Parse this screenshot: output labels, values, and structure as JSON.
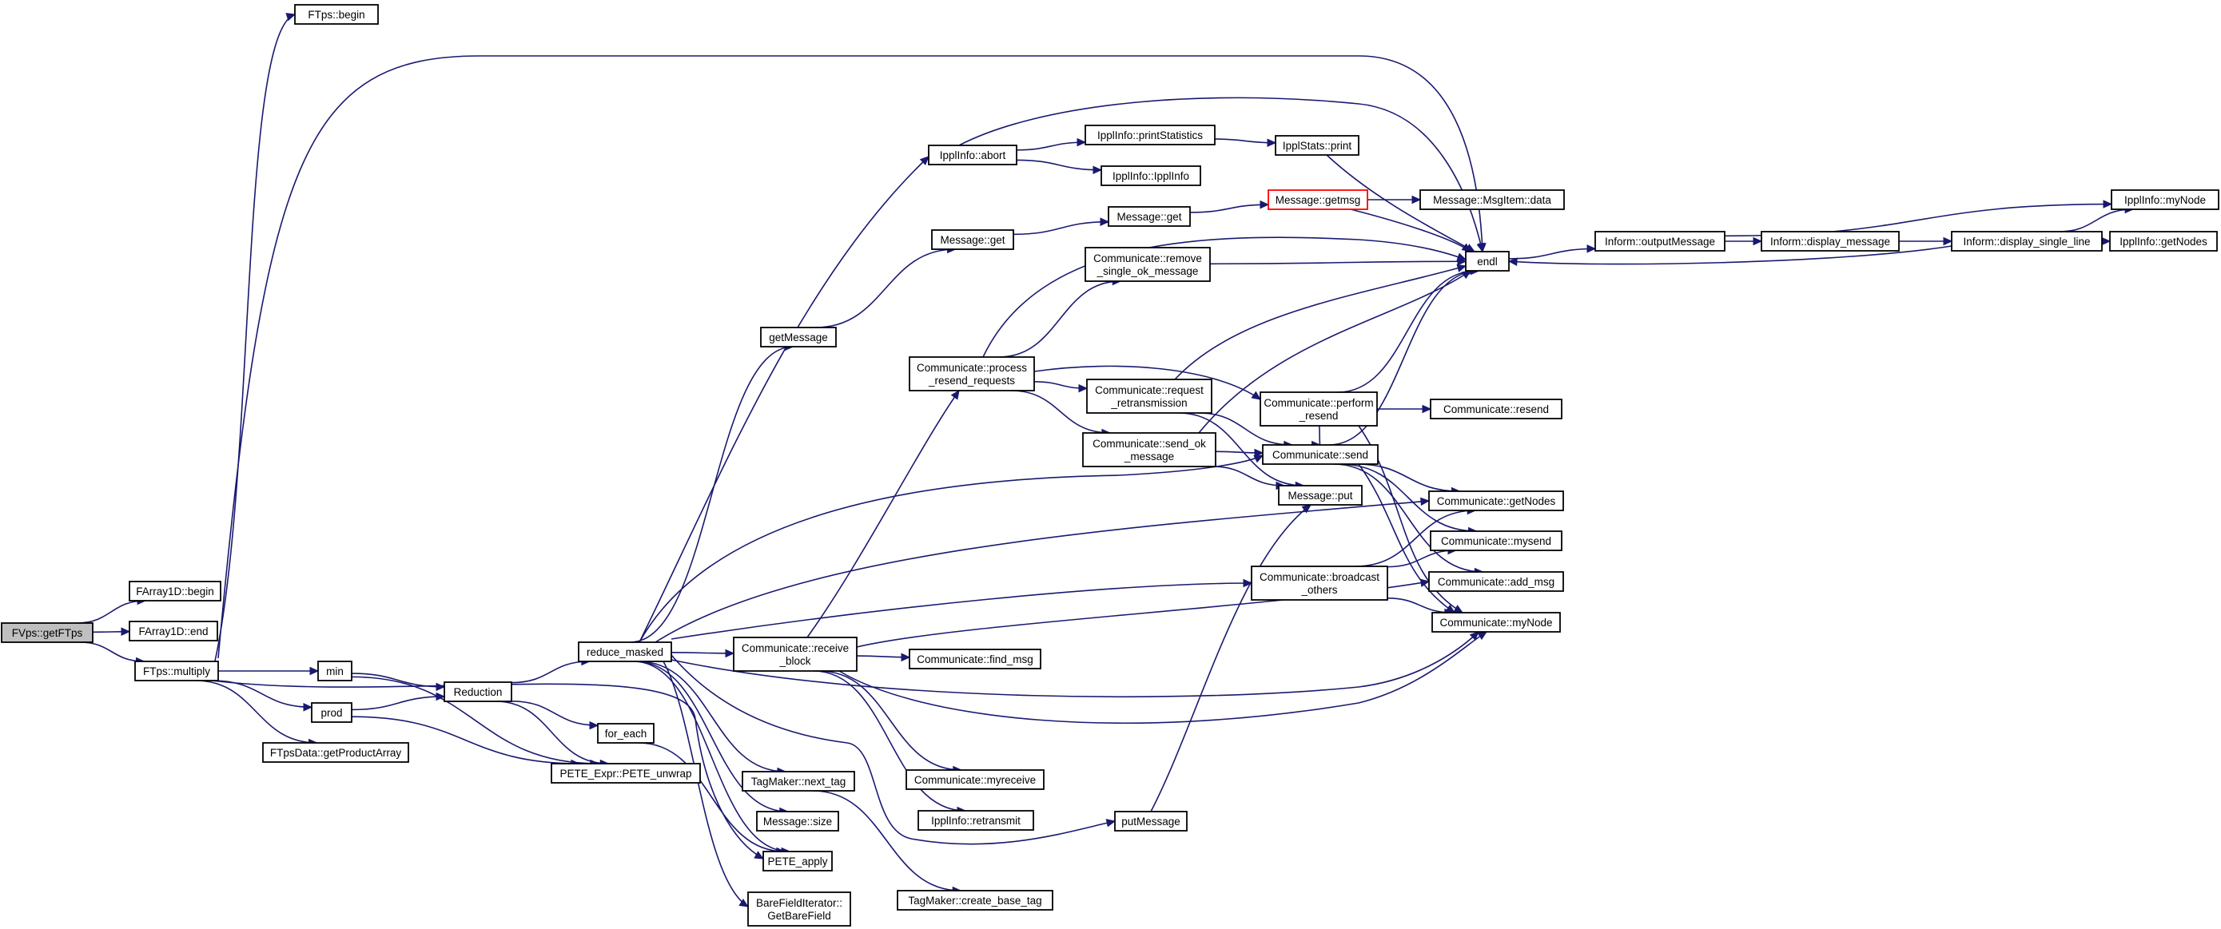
{
  "diagram": {
    "colors": {
      "edge": "#191970",
      "node_border": "#000000",
      "root_fill": "#bfbfbf",
      "highlight_border": "#ff0000",
      "background": "#ffffff"
    },
    "nodes": [
      {
        "id": "fvps_getftps",
        "lines": [
          "FVps::getFTps"
        ],
        "style": "root"
      },
      {
        "id": "ftps_begin",
        "lines": [
          "FTps::begin"
        ]
      },
      {
        "id": "farray1d_begin",
        "lines": [
          "FArray1D::begin"
        ]
      },
      {
        "id": "farray1d_end",
        "lines": [
          "FArray1D::end"
        ]
      },
      {
        "id": "ftps_multiply",
        "lines": [
          "FTps::multiply"
        ]
      },
      {
        "id": "min",
        "lines": [
          "min"
        ]
      },
      {
        "id": "prod",
        "lines": [
          "prod"
        ]
      },
      {
        "id": "ftpsdata_getproductarray",
        "lines": [
          "FTpsData::getProductArray"
        ]
      },
      {
        "id": "reduction",
        "lines": [
          "Reduction"
        ]
      },
      {
        "id": "pete_unwrap",
        "lines": [
          "PETE_Expr::PETE_unwrap"
        ]
      },
      {
        "id": "for_each",
        "lines": [
          "for_each"
        ]
      },
      {
        "id": "reduce_masked",
        "lines": [
          "reduce_masked"
        ]
      },
      {
        "id": "barefielditerator_getbarefield",
        "lines": [
          "BareFieldIterator::",
          "GetBareField"
        ]
      },
      {
        "id": "getmessage",
        "lines": [
          "getMessage"
        ]
      },
      {
        "id": "ipplinfo_abort",
        "lines": [
          "IpplInfo::abort"
        ]
      },
      {
        "id": "message_get_a",
        "lines": [
          "Message::get"
        ]
      },
      {
        "id": "communicate_process_resend",
        "lines": [
          "Communicate::process",
          "_resend_requests"
        ]
      },
      {
        "id": "communicate_receive_block",
        "lines": [
          "Communicate::receive",
          "_block"
        ]
      },
      {
        "id": "tagmaker_next_tag",
        "lines": [
          "TagMaker::next_tag"
        ]
      },
      {
        "id": "message_size",
        "lines": [
          "Message::size"
        ]
      },
      {
        "id": "pete_apply",
        "lines": [
          "PETE_apply"
        ]
      },
      {
        "id": "ipplinfo_printstatistics",
        "lines": [
          "IpplInfo::printStatistics"
        ]
      },
      {
        "id": "ipplinfo_ipplinfo",
        "lines": [
          "IpplInfo::IpplInfo"
        ]
      },
      {
        "id": "message_get_b",
        "lines": [
          "Message::get"
        ]
      },
      {
        "id": "communicate_remove_single",
        "lines": [
          "Communicate::remove",
          "_single_ok_message"
        ]
      },
      {
        "id": "communicate_request_retrans",
        "lines": [
          "Communicate::request",
          "_retransmission"
        ]
      },
      {
        "id": "communicate_send_ok",
        "lines": [
          "Communicate::send_ok",
          "_message"
        ]
      },
      {
        "id": "communicate_find_msg",
        "lines": [
          "Communicate::find_msg"
        ]
      },
      {
        "id": "communicate_myreceive",
        "lines": [
          "Communicate::myreceive"
        ]
      },
      {
        "id": "ipplinfo_retransmit",
        "lines": [
          "IpplInfo::retransmit"
        ]
      },
      {
        "id": "tagmaker_create_base_tag",
        "lines": [
          "TagMaker::create_base_tag"
        ]
      },
      {
        "id": "putmessage",
        "lines": [
          "putMessage"
        ]
      },
      {
        "id": "ipplstats_print",
        "lines": [
          "IpplStats::print"
        ]
      },
      {
        "id": "message_getmsg",
        "lines": [
          "Message::getmsg"
        ],
        "style": "highlight"
      },
      {
        "id": "communicate_perform_resend",
        "lines": [
          "Communicate::perform",
          "_resend"
        ]
      },
      {
        "id": "communicate_send",
        "lines": [
          "Communicate::send"
        ]
      },
      {
        "id": "message_put",
        "lines": [
          "Message::put"
        ]
      },
      {
        "id": "communicate_broadcast_others",
        "lines": [
          "Communicate::broadcast",
          "_others"
        ]
      },
      {
        "id": "message_msgitem_data",
        "lines": [
          "Message::MsgItem::data"
        ]
      },
      {
        "id": "endl",
        "lines": [
          "endl"
        ]
      },
      {
        "id": "communicate_resend",
        "lines": [
          "Communicate::resend"
        ]
      },
      {
        "id": "communicate_getnodes",
        "lines": [
          "Communicate::getNodes"
        ]
      },
      {
        "id": "communicate_mysend",
        "lines": [
          "Communicate::mysend"
        ]
      },
      {
        "id": "communicate_add_msg",
        "lines": [
          "Communicate::add_msg"
        ]
      },
      {
        "id": "communicate_mynode",
        "lines": [
          "Communicate::myNode"
        ]
      },
      {
        "id": "inform_outputmessage",
        "lines": [
          "Inform::outputMessage"
        ]
      },
      {
        "id": "inform_display_message",
        "lines": [
          "Inform::display_message"
        ]
      },
      {
        "id": "inform_display_single_line",
        "lines": [
          "Inform::display_single_line"
        ]
      },
      {
        "id": "ipplinfo_mynode",
        "lines": [
          "IpplInfo::myNode"
        ]
      },
      {
        "id": "ipplinfo_getnodes",
        "lines": [
          "IpplInfo::getNodes"
        ]
      }
    ],
    "edges": [
      {
        "from": "fvps_getftps",
        "to": "farray1d_begin"
      },
      {
        "from": "fvps_getftps",
        "to": "farray1d_end"
      },
      {
        "from": "fvps_getftps",
        "to": "ftps_multiply"
      },
      {
        "from": "ftps_multiply",
        "to": "ftps_begin"
      },
      {
        "from": "ftps_multiply",
        "to": "endl"
      },
      {
        "from": "ftps_multiply",
        "to": "min"
      },
      {
        "from": "ftps_multiply",
        "to": "prod"
      },
      {
        "from": "ftps_multiply",
        "to": "ftpsdata_getproductarray"
      },
      {
        "from": "ftps_multiply",
        "to": "pete_apply"
      },
      {
        "from": "min",
        "to": "reduction"
      },
      {
        "from": "min",
        "to": "pete_unwrap"
      },
      {
        "from": "prod",
        "to": "reduction"
      },
      {
        "from": "prod",
        "to": "pete_unwrap"
      },
      {
        "from": "reduction",
        "to": "reduce_masked"
      },
      {
        "from": "reduction",
        "to": "for_each"
      },
      {
        "from": "reduction",
        "to": "pete_unwrap"
      },
      {
        "from": "for_each",
        "to": "pete_apply"
      },
      {
        "from": "reduce_masked",
        "to": "getmessage"
      },
      {
        "from": "reduce_masked",
        "to": "ipplinfo_abort"
      },
      {
        "from": "reduce_masked",
        "to": "communicate_receive_block"
      },
      {
        "from": "reduce_masked",
        "to": "tagmaker_next_tag"
      },
      {
        "from": "reduce_masked",
        "to": "message_size"
      },
      {
        "from": "reduce_masked",
        "to": "pete_apply"
      },
      {
        "from": "reduce_masked",
        "to": "barefielditerator_getbarefield"
      },
      {
        "from": "reduce_masked",
        "to": "putmessage"
      },
      {
        "from": "reduce_masked",
        "to": "communicate_send"
      },
      {
        "from": "reduce_masked",
        "to": "communicate_getnodes"
      },
      {
        "from": "reduce_masked",
        "to": "communicate_broadcast_others"
      },
      {
        "from": "reduce_masked",
        "to": "communicate_mynode"
      },
      {
        "from": "getmessage",
        "to": "message_get_a"
      },
      {
        "from": "message_get_a",
        "to": "message_get_b"
      },
      {
        "from": "message_get_b",
        "to": "message_getmsg"
      },
      {
        "from": "message_getmsg",
        "to": "message_msgitem_data"
      },
      {
        "from": "message_getmsg",
        "to": "endl"
      },
      {
        "from": "ipplinfo_abort",
        "to": "ipplinfo_printstatistics"
      },
      {
        "from": "ipplinfo_abort",
        "to": "ipplinfo_ipplinfo"
      },
      {
        "from": "ipplinfo_abort",
        "to": "endl"
      },
      {
        "from": "ipplinfo_printstatistics",
        "to": "ipplstats_print"
      },
      {
        "from": "ipplstats_print",
        "to": "endl"
      },
      {
        "from": "communicate_receive_block",
        "to": "communicate_process_resend"
      },
      {
        "from": "communicate_receive_block",
        "to": "communicate_find_msg"
      },
      {
        "from": "communicate_receive_block",
        "to": "communicate_myreceive"
      },
      {
        "from": "communicate_receive_block",
        "to": "ipplinfo_retransmit"
      },
      {
        "from": "communicate_receive_block",
        "to": "communicate_add_msg"
      },
      {
        "from": "communicate_receive_block",
        "to": "communicate_mynode"
      },
      {
        "from": "communicate_process_resend",
        "to": "communicate_remove_single"
      },
      {
        "from": "communicate_process_resend",
        "to": "communicate_request_retrans"
      },
      {
        "from": "communicate_process_resend",
        "to": "communicate_send_ok"
      },
      {
        "from": "communicate_process_resend",
        "to": "communicate_perform_resend"
      },
      {
        "from": "communicate_process_resend",
        "to": "endl"
      },
      {
        "from": "communicate_remove_single",
        "to": "endl"
      },
      {
        "from": "communicate_request_retrans",
        "to": "communicate_send"
      },
      {
        "from": "communicate_request_retrans",
        "to": "message_put"
      },
      {
        "from": "communicate_request_retrans",
        "to": "endl"
      },
      {
        "from": "communicate_send_ok",
        "to": "communicate_send"
      },
      {
        "from": "communicate_send_ok",
        "to": "message_put"
      },
      {
        "from": "communicate_send_ok",
        "to": "endl"
      },
      {
        "from": "communicate_perform_resend",
        "to": "communicate_resend"
      },
      {
        "from": "communicate_perform_resend",
        "to": "communicate_send"
      },
      {
        "from": "communicate_perform_resend",
        "to": "endl"
      },
      {
        "from": "communicate_perform_resend",
        "to": "communicate_mynode"
      },
      {
        "from": "communicate_send",
        "to": "communicate_getnodes"
      },
      {
        "from": "communicate_send",
        "to": "communicate_mysend"
      },
      {
        "from": "communicate_send",
        "to": "communicate_add_msg"
      },
      {
        "from": "communicate_send",
        "to": "communicate_mynode"
      },
      {
        "from": "communicate_send",
        "to": "endl"
      },
      {
        "from": "communicate_broadcast_others",
        "to": "communicate_getnodes"
      },
      {
        "from": "communicate_broadcast_others",
        "to": "communicate_mysend"
      },
      {
        "from": "communicate_broadcast_others",
        "to": "communicate_mynode"
      },
      {
        "from": "tagmaker_next_tag",
        "to": "tagmaker_create_base_tag"
      },
      {
        "from": "putmessage",
        "to": "message_put"
      },
      {
        "from": "endl",
        "to": "inform_outputmessage"
      },
      {
        "from": "inform_outputmessage",
        "to": "inform_display_message"
      },
      {
        "from": "inform_outputmessage",
        "to": "ipplinfo_mynode"
      },
      {
        "from": "inform_display_message",
        "to": "inform_display_single_line"
      },
      {
        "from": "inform_display_single_line",
        "to": "ipplinfo_mynode"
      },
      {
        "from": "inform_display_single_line",
        "to": "ipplinfo_getnodes"
      },
      {
        "from": "inform_display_single_line",
        "to": "endl"
      }
    ]
  }
}
